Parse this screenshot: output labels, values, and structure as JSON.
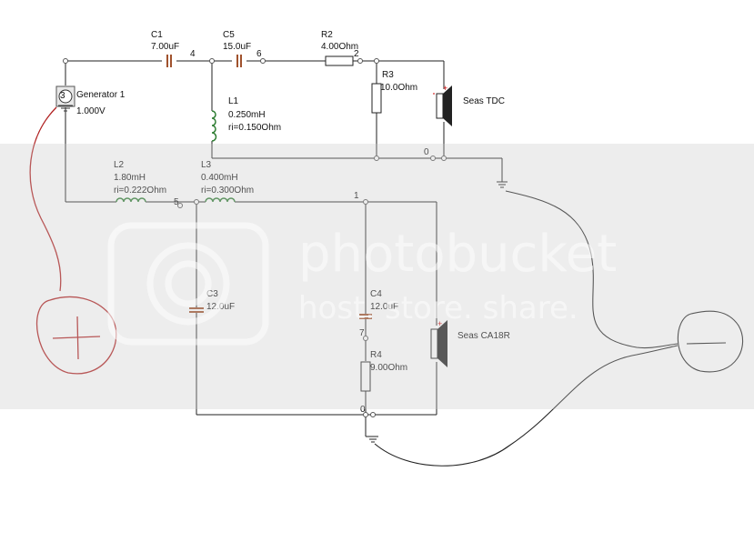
{
  "components": {
    "C1": {
      "ref": "C1",
      "value": "7.00uF"
    },
    "C5": {
      "ref": "C5",
      "value": "15.0uF"
    },
    "R2": {
      "ref": "R2",
      "value": "4.00Ohm"
    },
    "R3": {
      "ref": "R3",
      "value": "10.0Ohm"
    },
    "L1": {
      "ref": "L1",
      "value": "0.250mH",
      "ri": "ri=0.150Ohm"
    },
    "L2": {
      "ref": "L2",
      "value": "1.80mH",
      "ri": "ri=0.222Ohm"
    },
    "L3": {
      "ref": "L3",
      "value": "0.400mH",
      "ri": "ri=0.300Ohm"
    },
    "C3": {
      "ref": "C3",
      "value": "12.0uF"
    },
    "C4": {
      "ref": "C4",
      "value": "12.0uF"
    },
    "R4": {
      "ref": "R4",
      "value": "9.00Ohm"
    },
    "generator": {
      "name": "Generator 1",
      "value": "1.000V",
      "node": "3"
    },
    "tweeter": {
      "name": "Seas TDC"
    },
    "woofer": {
      "name": "Seas CA18R"
    }
  },
  "nodes": {
    "n4": "4",
    "n6": "6",
    "n2": "2",
    "n0a": "0",
    "n5": "5",
    "n1": "1",
    "n7": "7",
    "n0b": "0"
  },
  "watermark": {
    "main": "photobucket",
    "sub": "host. store. share."
  },
  "colors": {
    "wire": "#222222",
    "handwriting": "#b02020",
    "pen": "#222222"
  }
}
